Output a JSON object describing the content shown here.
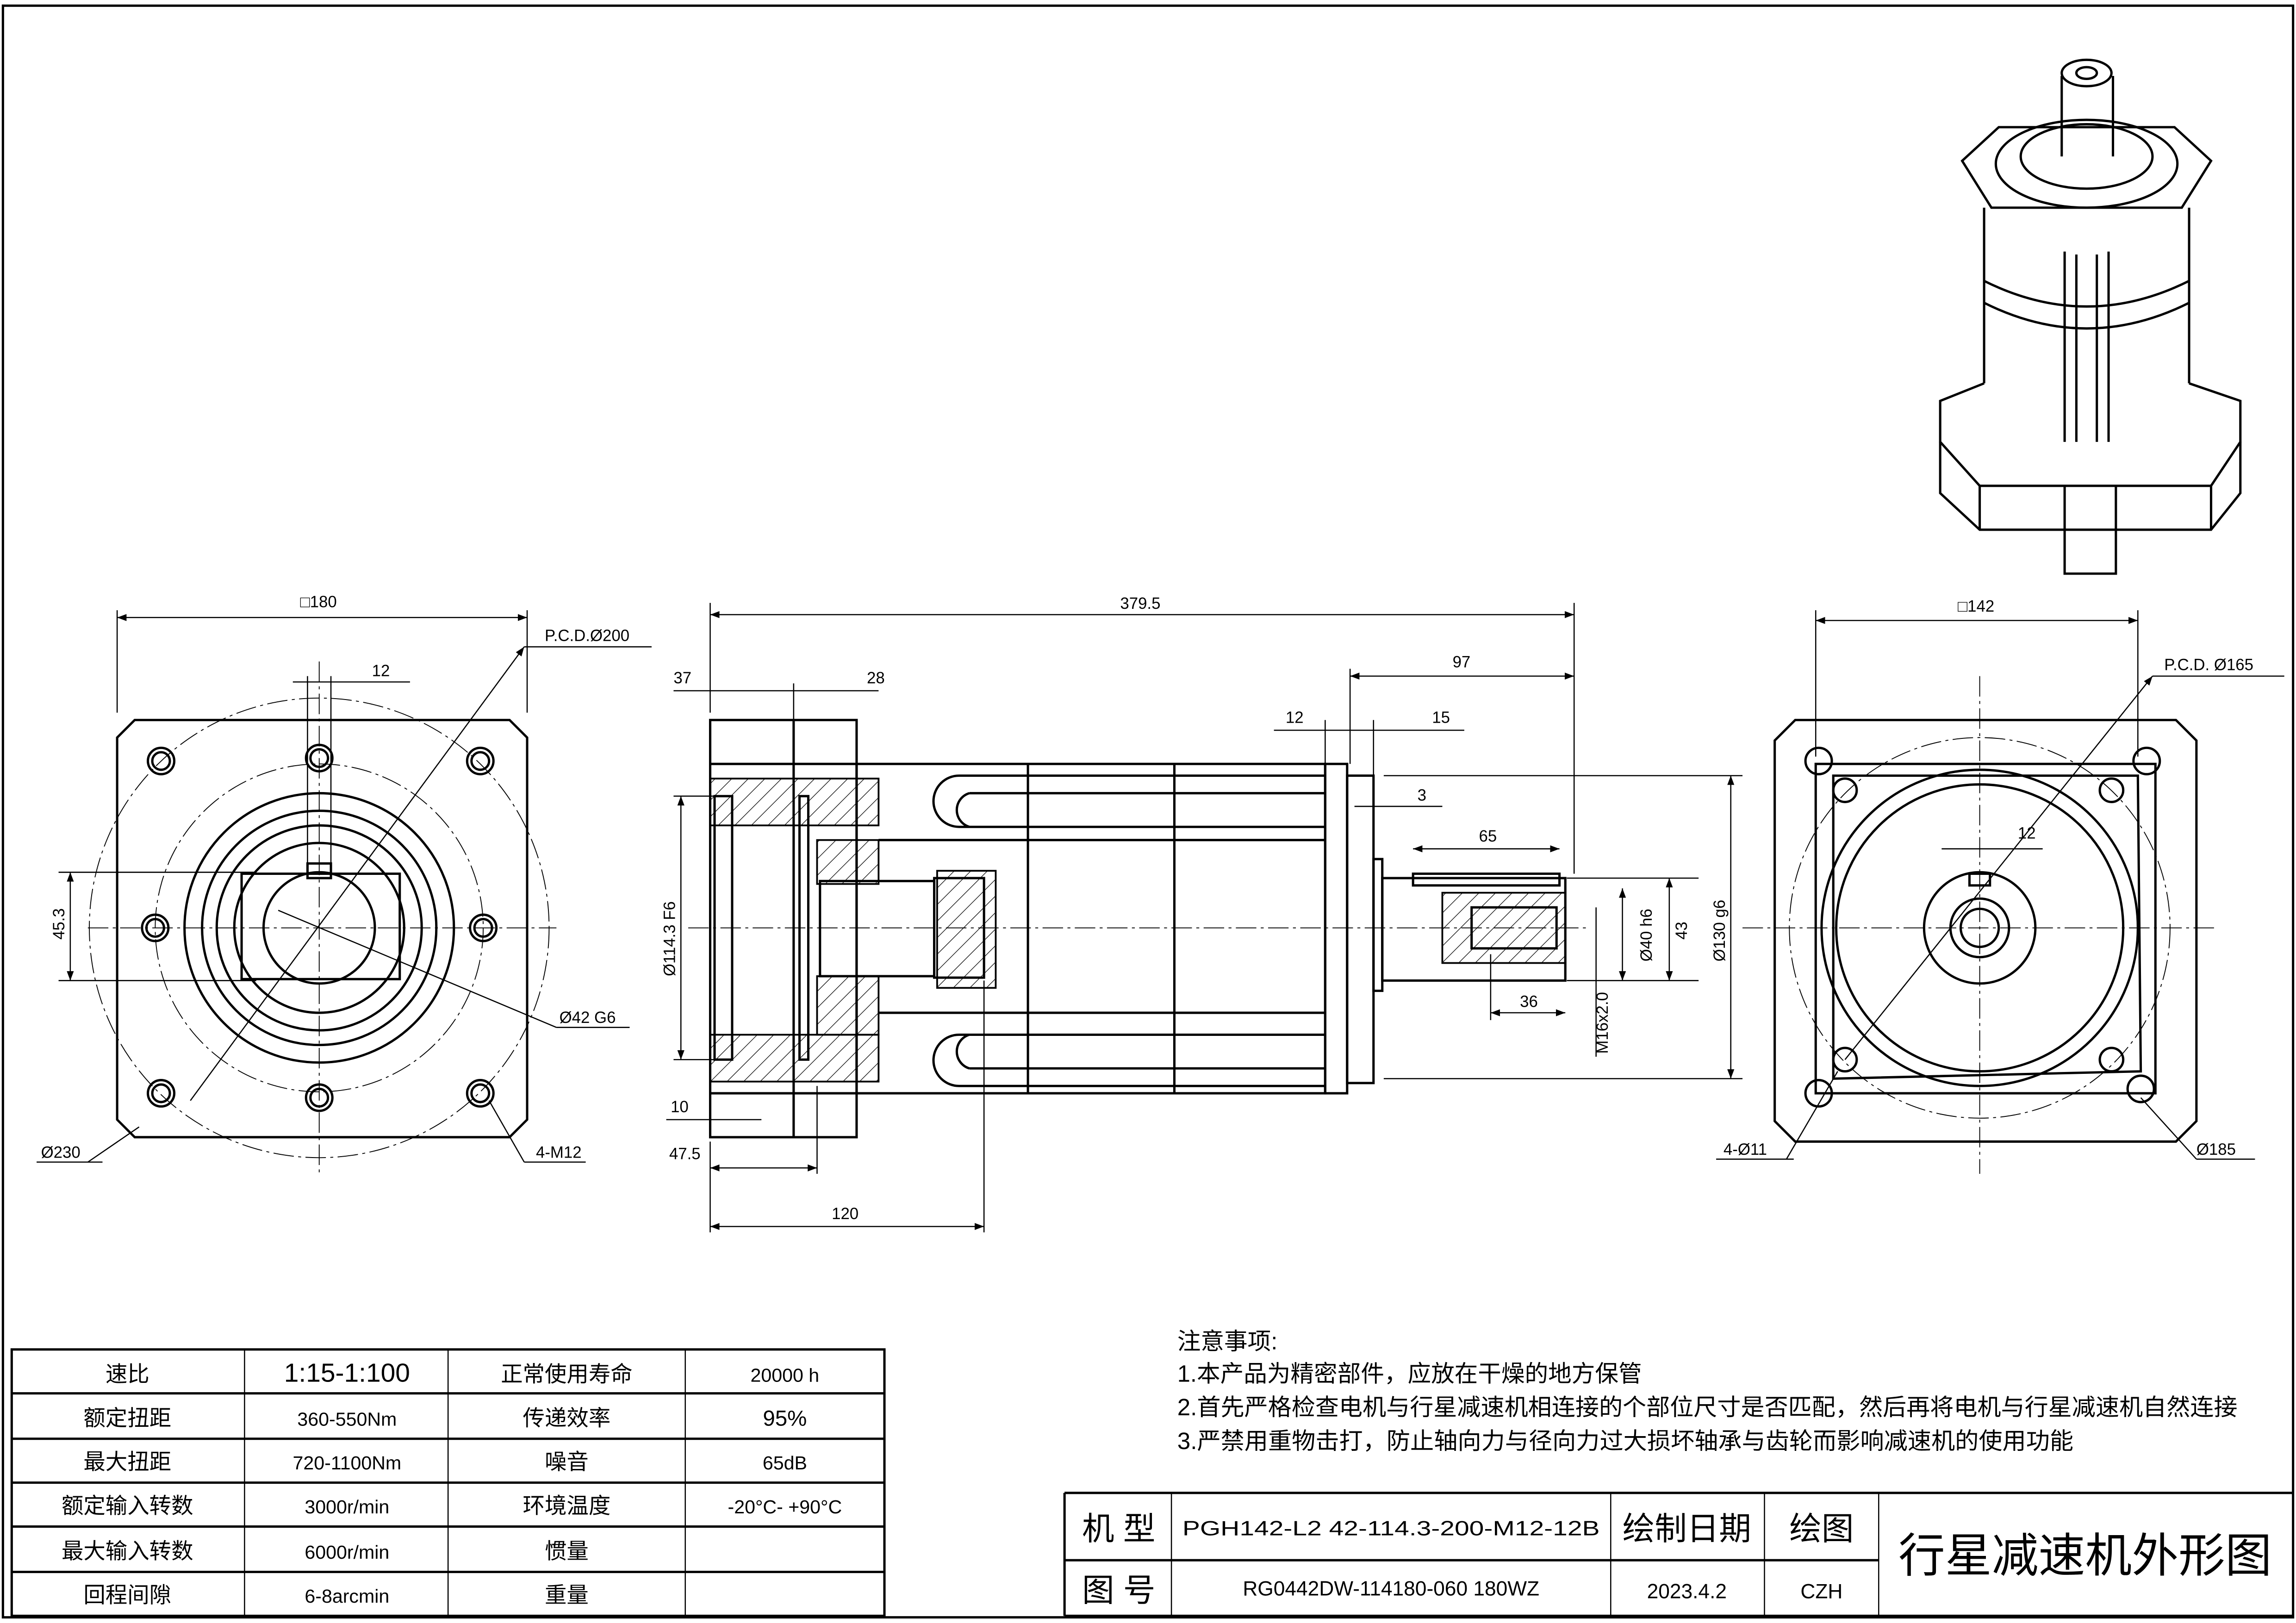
{
  "front_view": {
    "square": "□180",
    "pcd": "P.C.D.Ø200",
    "keyway": "12",
    "height": "45.3",
    "bore": "Ø42 G6",
    "outer_dia": "Ø230",
    "holes": "4-M12"
  },
  "side_view": {
    "total_length": "379.5",
    "d37": "37",
    "d28": "28",
    "d97": "97",
    "d12": "12",
    "d15": "15",
    "d3": "3",
    "d65": "65",
    "d36": "36",
    "d10": "10",
    "d47_5": "47.5",
    "d120": "120",
    "pilot": "Ø114.3 F6",
    "shaft": "Ø40 h6",
    "key_height": "43",
    "spigot": "Ø130 g6",
    "tap": "M16x2.0"
  },
  "rear_view": {
    "square": "□142",
    "pcd": "P.C.D. Ø165",
    "keyway": "12",
    "holes": "4-Ø11",
    "outer_dia": "Ø185"
  },
  "spec_table": {
    "rows": [
      [
        "速比",
        "1:15-1:100",
        "正常使用寿命",
        "20000 h"
      ],
      [
        "额定扭距",
        "360-550Nm",
        "传递效率",
        "95%"
      ],
      [
        "最大扭距",
        "720-1100Nm",
        "噪音",
        "65dB"
      ],
      [
        "额定输入转数",
        "3000r/min",
        "环境温度",
        "-20°C- +90°C"
      ],
      [
        "最大输入转数",
        "6000r/min",
        "惯量",
        ""
      ],
      [
        "回程间隙",
        "6-8arcmin",
        "重量",
        ""
      ]
    ]
  },
  "notes": {
    "title": "注意事项:",
    "items": [
      "1.本产品为精密部件，应放在干燥的地方保管",
      "2.首先严格检查电机与行星减速机相连接的个部位尺寸是否匹配，然后再将电机与行星减速机自然连接",
      "3.严禁用重物击打，防止轴向力与径向力过大损坏轴承与齿轮而影响减速机的使用功能"
    ]
  },
  "title_block": {
    "model_label": "机 型",
    "model_value": "PGH142-L2 42-114.3-200-M12-12B",
    "drawing_no_label": "图 号",
    "drawing_no_value": "RG0442DW-114180-060 180WZ",
    "date_label": "绘制日期",
    "date_value": "2023.4.2",
    "drawer_label": "绘图",
    "drawer_value": "CZH",
    "title": "行星减速机外形图"
  }
}
